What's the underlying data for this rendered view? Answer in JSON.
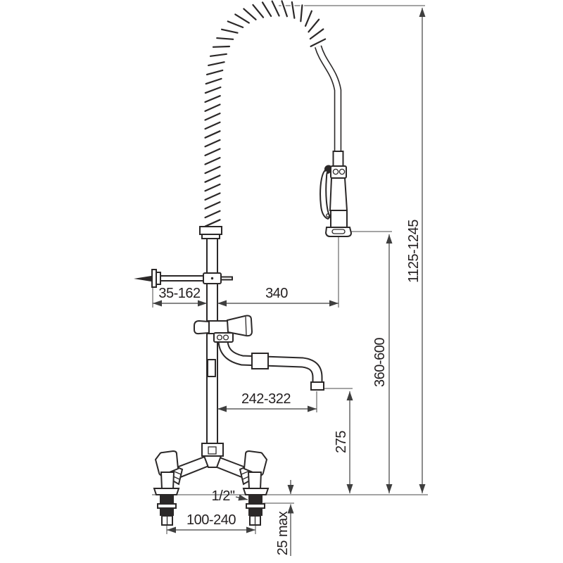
{
  "drawing": {
    "background": "#ffffff",
    "line_color": "#2b2828",
    "dimension_color": "#3f3f3f",
    "dimensions": {
      "bracket_range": "35-162",
      "spray_offset": "340",
      "total_height": "1125-1245",
      "spray_clearance": "360-600",
      "spout_reach": "242-322",
      "spout_height": "275",
      "thread_size": "1/2\"",
      "inlet_centres": "100-240",
      "deck_thickness": "25 max"
    }
  }
}
